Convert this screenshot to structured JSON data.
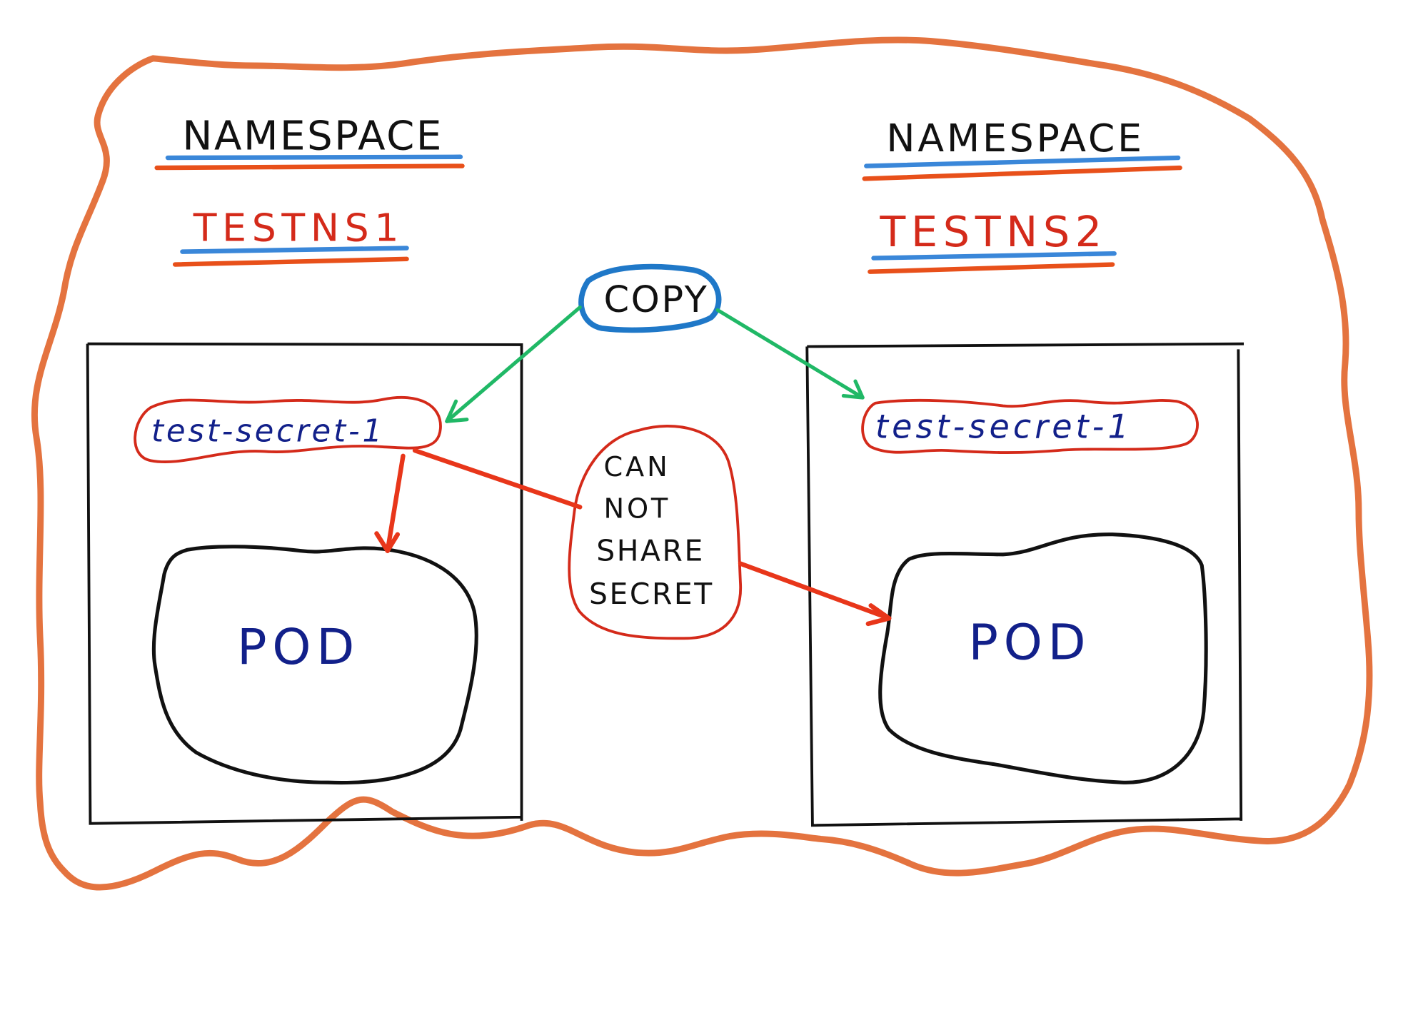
{
  "diagram": {
    "type": "hand-drawn kubernetes namespace diagram",
    "colors": {
      "outer_border": "#E4733F",
      "heading": "#111111",
      "namespace_name": "#D42A1A",
      "underline_blue": "#3A87D9",
      "underline_orange": "#E8501A",
      "copy_bubble": "#1F78C8",
      "copy_arrow": "#20B866",
      "secret_bubble": "#D42A1A",
      "secret_text": "#12208A",
      "pod_text": "#12208A",
      "red_arrow": "#E8361A",
      "box": "#111111"
    },
    "namespaces": [
      {
        "heading": "NAMESPACE",
        "name": "TESTNS1",
        "secret": "test-secret-1",
        "pod": "POD"
      },
      {
        "heading": "NAMESPACE",
        "name": "TESTNS2",
        "secret": "test-secret-1",
        "pod": "POD"
      }
    ],
    "copy_label": "COPY",
    "warning_lines": [
      "CAN",
      "NOT",
      "SHARE",
      "SECRET"
    ],
    "edges": [
      {
        "from": "COPY",
        "to": "TESTNS1 test-secret-1",
        "color": "green",
        "kind": "arrow"
      },
      {
        "from": "COPY",
        "to": "TESTNS2 test-secret-1",
        "color": "green",
        "kind": "arrow"
      },
      {
        "from": "TESTNS1 test-secret-1",
        "to": "TESTNS1 POD",
        "color": "red",
        "kind": "arrow"
      },
      {
        "from": "TESTNS1 test-secret-1",
        "to": "TESTNS2 POD",
        "color": "red",
        "kind": "arrow",
        "via": "CAN NOT SHARE SECRET"
      }
    ]
  }
}
